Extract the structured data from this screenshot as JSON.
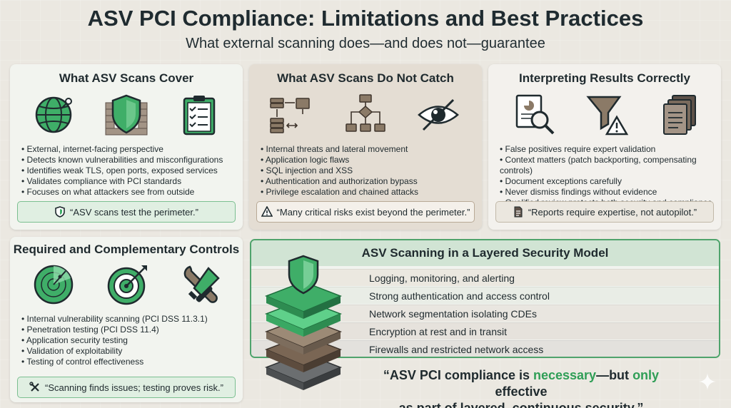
{
  "header": {
    "title": "ASV PCI Compliance: Limitations and Best Practices",
    "subtitle": "What external scanning does—and does not—guarantee"
  },
  "colors": {
    "accent_green": "#2f9e56",
    "dark": "#1f2a2e",
    "warning_brown": "#8b7a67"
  },
  "cards": {
    "covers": {
      "title": "What ASV Scans Cover",
      "icons": [
        "globe-icon",
        "shield-firewall-icon",
        "checklist-icon"
      ],
      "bullets": [
        "External, internet-facing perspective",
        "Detects known vulnerabilities and misconfigurations",
        "Identifies weak TLS, open ports, exposed services",
        "Validates compliance with PCI standards",
        "Focuses on what attackers see from outside"
      ],
      "quote": "“ASV scans test the perimeter.”",
      "quote_icon": "shield-icon"
    },
    "misses": {
      "title": "What ASV Scans Do Not Catch",
      "icons": [
        "internal-network-icon",
        "logic-flow-icon",
        "hidden-eye-icon"
      ],
      "bullets": [
        "Internal threats and lateral movement",
        "Application logic flaws",
        "SQL injection and XSS",
        "Authentication and authorization bypass",
        "Privilege escalation and chained attacks"
      ],
      "quote": "“Many critical risks exist beyond the perimeter.”",
      "quote_icon": "warning-icon"
    },
    "interpret": {
      "title": "Interpreting Results Correctly",
      "icons": [
        "report-magnifier-icon",
        "filter-warning-icon",
        "documents-icon"
      ],
      "bullets": [
        "False positives require expert validation",
        "Context matters (patch backporting, compensating controls)",
        "Document exceptions carefully",
        "Never dismiss findings without evidence",
        "Qualified review protects both security and compliance"
      ],
      "quote": "“Reports require expertise, not autopilot.”",
      "quote_icon": "document-icon"
    },
    "controls": {
      "title": "Required and Complementary Controls",
      "icons": [
        "radar-icon",
        "target-icon",
        "tools-icon"
      ],
      "bullets": [
        "Internal vulnerability scanning (PCI DSS 11.3.1)",
        "Penetration testing (PCI DSS 11.4)",
        "Application security testing",
        "Validation of exploitability",
        "Testing of control effectiveness"
      ],
      "quote": "“Scanning finds issues; testing proves risk.”",
      "quote_icon": "tools-icon"
    }
  },
  "layered_model": {
    "title": "ASV Scanning in a Layered Security Model",
    "layers": [
      "Logging, monitoring, and alerting",
      "Strong authentication and access control",
      "Network segmentation isolating CDEs",
      "Encryption at rest and in transit",
      "Firewalls and restricted network access"
    ]
  },
  "closing_quote": {
    "part1": "“ASV PCI compliance is ",
    "highlight1": "necessary",
    "part2": "—but ",
    "highlight2": "only",
    "part3": " effective",
    "line2": "as part of layered, continuous security.”"
  }
}
